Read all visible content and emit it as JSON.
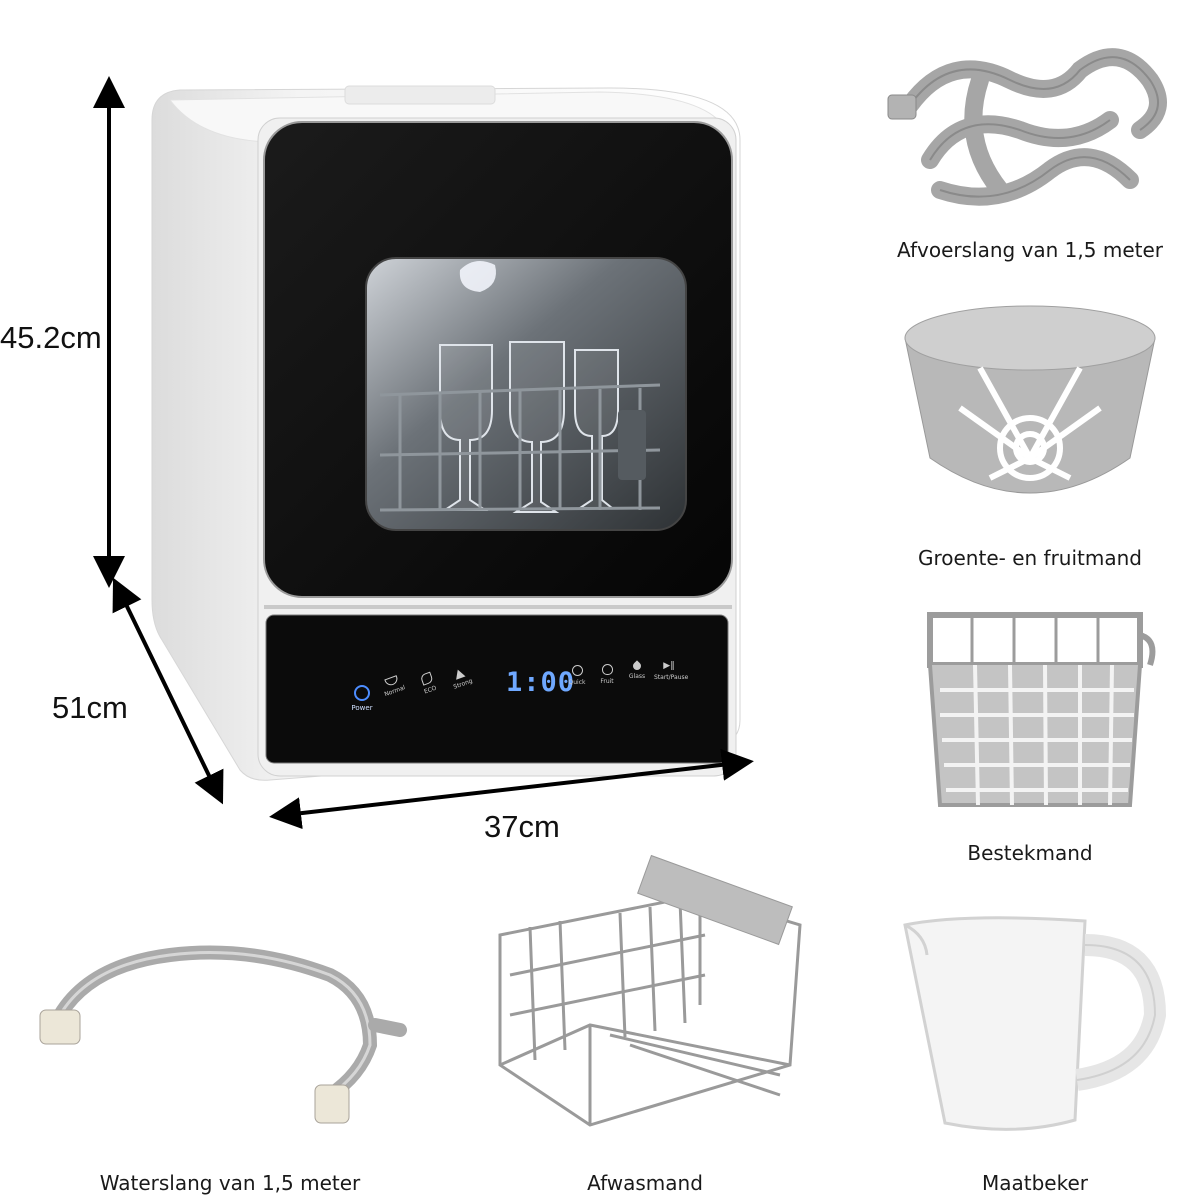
{
  "dimensions": {
    "height": "45.2cm",
    "depth": "51cm",
    "width": "37cm"
  },
  "control_panel": {
    "display": "1:00",
    "buttons": [
      "Power",
      "Normal",
      "ECO",
      "Strong",
      "Quick",
      "Fruit",
      "Glass",
      "Start/Pause"
    ]
  },
  "accessories": {
    "drain_hose": "Afvoerslang van 1,5 meter",
    "fruit_basket": "Groente- en fruitmand",
    "cutlery_basket": "Bestekmand",
    "water_hose": "Waterslang van 1,5 meter",
    "dish_rack": "Afwasmand",
    "measuring_cup": "Maatbeker"
  },
  "colors": {
    "appliance_body": "#f2f2f2",
    "door_glass": "#0b0b0b",
    "display_blue": "#6fa8ff",
    "accessory_gray": "#a9a9a9"
  }
}
